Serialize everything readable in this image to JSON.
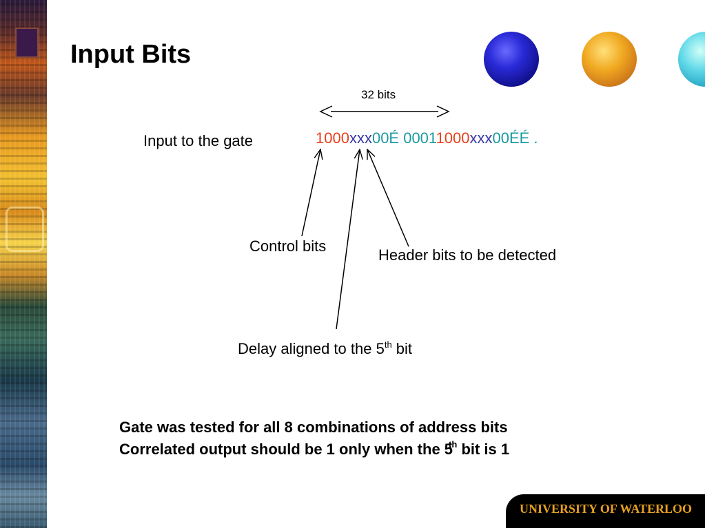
{
  "slide": {
    "title": "Input Bits"
  },
  "diagram": {
    "bits_span_label": "32 bits",
    "input_label": "Input to the gate",
    "sequence": [
      {
        "text": "1000",
        "color": "#e8401c"
      },
      {
        "text": "xxx",
        "color": "#3a3aa8"
      },
      {
        "text": "00É 0001",
        "color": "#1a9aa0"
      },
      {
        "text": "1000",
        "color": "#e8401c"
      },
      {
        "text": "xxx",
        "color": "#3a3aa8"
      },
      {
        "text": "00ÉÉ  .",
        "color": "#1a9aa0"
      }
    ],
    "control_label": "Control bits",
    "header_label": "Header bits to be detected",
    "delay_label_main": "Delay aligned to the 5",
    "delay_label_sup": "th",
    "delay_label_end": " bit"
  },
  "notes": {
    "line1": "Gate was tested for all 8 combinations of address bits",
    "line2_main": "Correlated output should be 1 only when the 5",
    "line2_sup": "th",
    "line2_end": " bit is 1"
  },
  "footer": {
    "institution": "UNIVERSITY OF WATERLOO",
    "text_color": "#e8a020"
  }
}
